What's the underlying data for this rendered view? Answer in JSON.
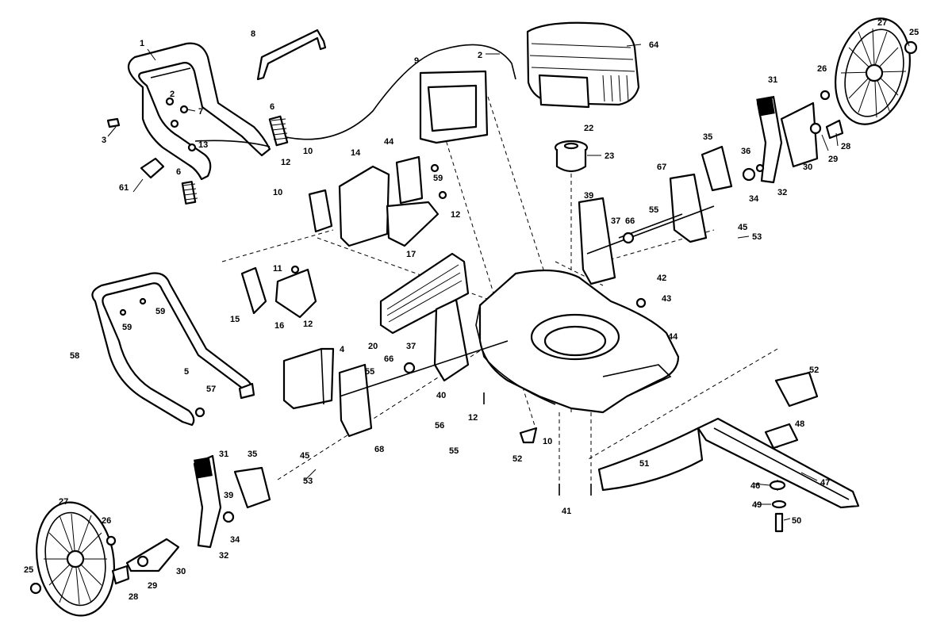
{
  "colors": {
    "ink": "#000000",
    "paper": "#ffffff"
  },
  "callouts": [
    {
      "id": "c1",
      "text": "1"
    },
    {
      "id": "c2a",
      "text": "2"
    },
    {
      "id": "c2b",
      "text": "2"
    },
    {
      "id": "c3",
      "text": "3"
    },
    {
      "id": "c4",
      "text": "4"
    },
    {
      "id": "c5",
      "text": "5"
    },
    {
      "id": "c6a",
      "text": "6"
    },
    {
      "id": "c6b",
      "text": "6"
    },
    {
      "id": "c7",
      "text": "7"
    },
    {
      "id": "c8",
      "text": "8"
    },
    {
      "id": "c9",
      "text": "9"
    },
    {
      "id": "c10a",
      "text": "10"
    },
    {
      "id": "c10b",
      "text": "10"
    },
    {
      "id": "c10c",
      "text": "10"
    },
    {
      "id": "c11",
      "text": "11"
    },
    {
      "id": "c12a",
      "text": "12"
    },
    {
      "id": "c12b",
      "text": "12"
    },
    {
      "id": "c12c",
      "text": "12"
    },
    {
      "id": "c12d",
      "text": "12"
    },
    {
      "id": "c13",
      "text": "13"
    },
    {
      "id": "c14",
      "text": "14"
    },
    {
      "id": "c15",
      "text": "15"
    },
    {
      "id": "c16",
      "text": "16"
    },
    {
      "id": "c17",
      "text": "17"
    },
    {
      "id": "c20",
      "text": "20"
    },
    {
      "id": "c22",
      "text": "22"
    },
    {
      "id": "c23",
      "text": "23"
    },
    {
      "id": "c25a",
      "text": "25"
    },
    {
      "id": "c25b",
      "text": "25"
    },
    {
      "id": "c26a",
      "text": "26"
    },
    {
      "id": "c26b",
      "text": "26"
    },
    {
      "id": "c27a",
      "text": "27"
    },
    {
      "id": "c27b",
      "text": "27"
    },
    {
      "id": "c28a",
      "text": "28"
    },
    {
      "id": "c28b",
      "text": "28"
    },
    {
      "id": "c29a",
      "text": "29"
    },
    {
      "id": "c29b",
      "text": "29"
    },
    {
      "id": "c30a",
      "text": "30"
    },
    {
      "id": "c30b",
      "text": "30"
    },
    {
      "id": "c31a",
      "text": "31"
    },
    {
      "id": "c31b",
      "text": "31"
    },
    {
      "id": "c32a",
      "text": "32"
    },
    {
      "id": "c32b",
      "text": "32"
    },
    {
      "id": "c34a",
      "text": "34"
    },
    {
      "id": "c34b",
      "text": "34"
    },
    {
      "id": "c35a",
      "text": "35"
    },
    {
      "id": "c35b",
      "text": "35"
    },
    {
      "id": "c36",
      "text": "36"
    },
    {
      "id": "c37a",
      "text": "37"
    },
    {
      "id": "c37b",
      "text": "37"
    },
    {
      "id": "c39a",
      "text": "39"
    },
    {
      "id": "c39b",
      "text": "39"
    },
    {
      "id": "c40",
      "text": "40"
    },
    {
      "id": "c41",
      "text": "41"
    },
    {
      "id": "c42",
      "text": "42"
    },
    {
      "id": "c43",
      "text": "43"
    },
    {
      "id": "c44a",
      "text": "44"
    },
    {
      "id": "c44b",
      "text": "44"
    },
    {
      "id": "c45a",
      "text": "45"
    },
    {
      "id": "c45b",
      "text": "45"
    },
    {
      "id": "c46",
      "text": "46"
    },
    {
      "id": "c47",
      "text": "47"
    },
    {
      "id": "c48",
      "text": "48"
    },
    {
      "id": "c49",
      "text": "49"
    },
    {
      "id": "c50",
      "text": "50"
    },
    {
      "id": "c51",
      "text": "51"
    },
    {
      "id": "c52a",
      "text": "52"
    },
    {
      "id": "c52b",
      "text": "52"
    },
    {
      "id": "c53a",
      "text": "53"
    },
    {
      "id": "c53b",
      "text": "53"
    },
    {
      "id": "c55a",
      "text": "55"
    },
    {
      "id": "c55b",
      "text": "55"
    },
    {
      "id": "c55c",
      "text": "55"
    },
    {
      "id": "c56",
      "text": "56"
    },
    {
      "id": "c57",
      "text": "57"
    },
    {
      "id": "c58",
      "text": "58"
    },
    {
      "id": "c59a",
      "text": "59"
    },
    {
      "id": "c59b",
      "text": "59"
    },
    {
      "id": "c59c",
      "text": "59"
    },
    {
      "id": "c61",
      "text": "61"
    },
    {
      "id": "c64",
      "text": "64"
    },
    {
      "id": "c66a",
      "text": "66"
    },
    {
      "id": "c66b",
      "text": "66"
    },
    {
      "id": "c67",
      "text": "67"
    },
    {
      "id": "c68",
      "text": "68"
    }
  ]
}
